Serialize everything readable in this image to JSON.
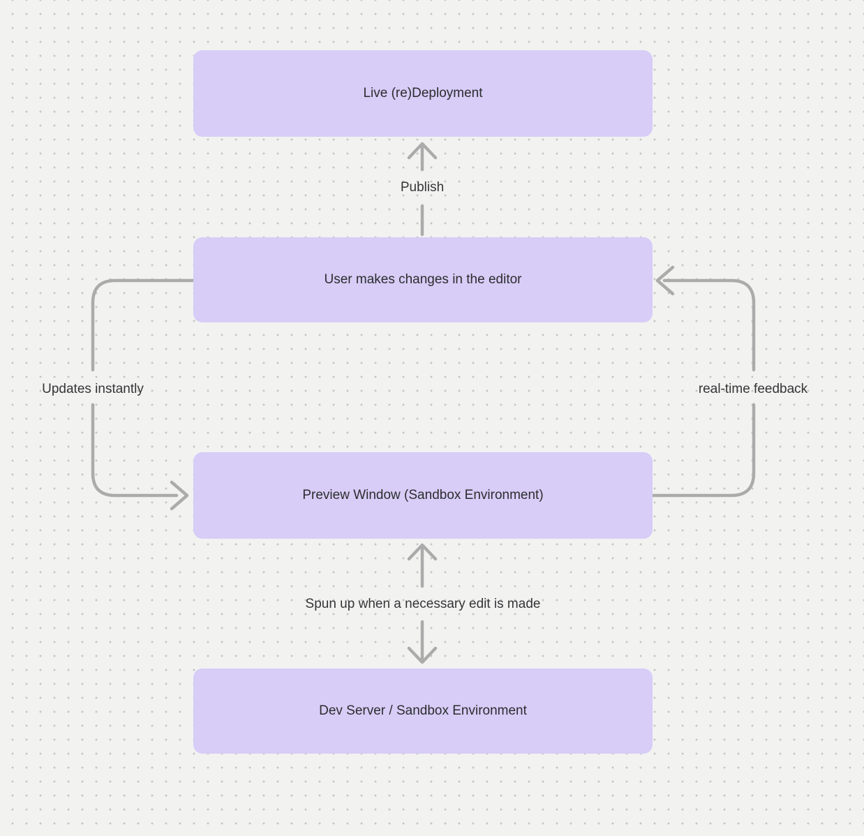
{
  "diagram": {
    "nodes": [
      {
        "id": "live-deployment",
        "label": "Live (re)Deployment"
      },
      {
        "id": "editor",
        "label": "User makes changes in the editor"
      },
      {
        "id": "preview",
        "label": "Preview Window (Sandbox Environment)"
      },
      {
        "id": "dev-server",
        "label": "Dev Server / Sandbox Environment"
      }
    ],
    "edges": [
      {
        "from": "editor",
        "to": "live-deployment",
        "label": "Publish",
        "direction": "up"
      },
      {
        "from": "editor",
        "to": "preview",
        "label": "Updates instantly",
        "direction": "left-side-down"
      },
      {
        "from": "preview",
        "to": "editor",
        "label": "real-time feedback",
        "direction": "right-side-up"
      },
      {
        "from": "preview",
        "to": "dev-server",
        "label": "Spun up when a necessary edit is made",
        "direction": "bidirectional"
      }
    ],
    "colors": {
      "background": "#f2f2f1",
      "dot": "#c5c5c5",
      "node_fill": "#d7cdf7",
      "node_text": "#2c2c2e",
      "label_text": "#353537",
      "arrow": "#ababab"
    }
  }
}
